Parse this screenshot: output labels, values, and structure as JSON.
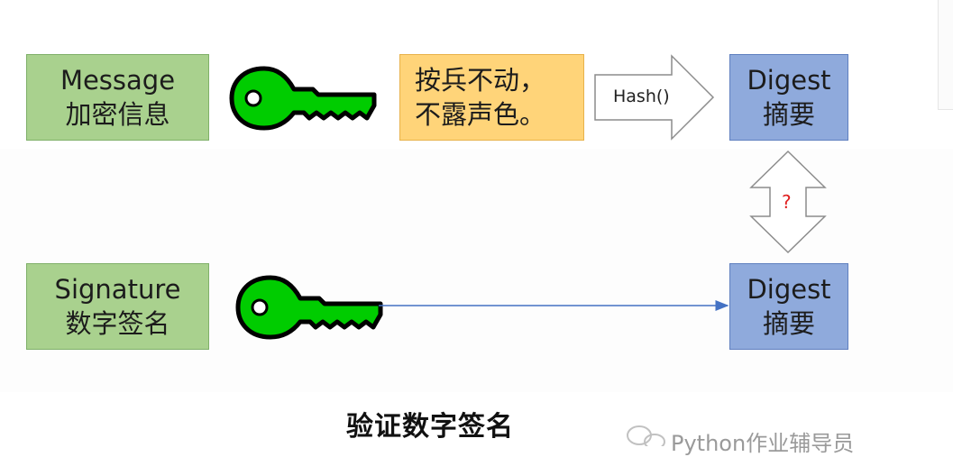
{
  "top_row": {
    "message_box": {
      "line1": "Message",
      "line2": "加密信息"
    },
    "cipher_box": {
      "line1": "按兵不动，",
      "line2": "不露声色。"
    },
    "hash_label": "Hash()",
    "digest_box": {
      "line1": "Digest",
      "line2": "摘要"
    }
  },
  "compare_label": "?",
  "bottom_row": {
    "signature_box": {
      "line1": "Signature",
      "line2": "数字签名"
    },
    "digest_box": {
      "line1": "Digest",
      "line2": "摘要"
    }
  },
  "caption": "验证数字签名",
  "watermark": "Python作业辅导员",
  "colors": {
    "green_box": "#a9d18e",
    "orange_box": "#ffd479",
    "blue_box": "#8faadc",
    "key": "#00cc00",
    "connector": "#4472c4",
    "question": "#e02020"
  },
  "icons": [
    "key-icon",
    "key-icon",
    "block-arrow-right",
    "double-arrow-vertical",
    "wechat-icon"
  ]
}
